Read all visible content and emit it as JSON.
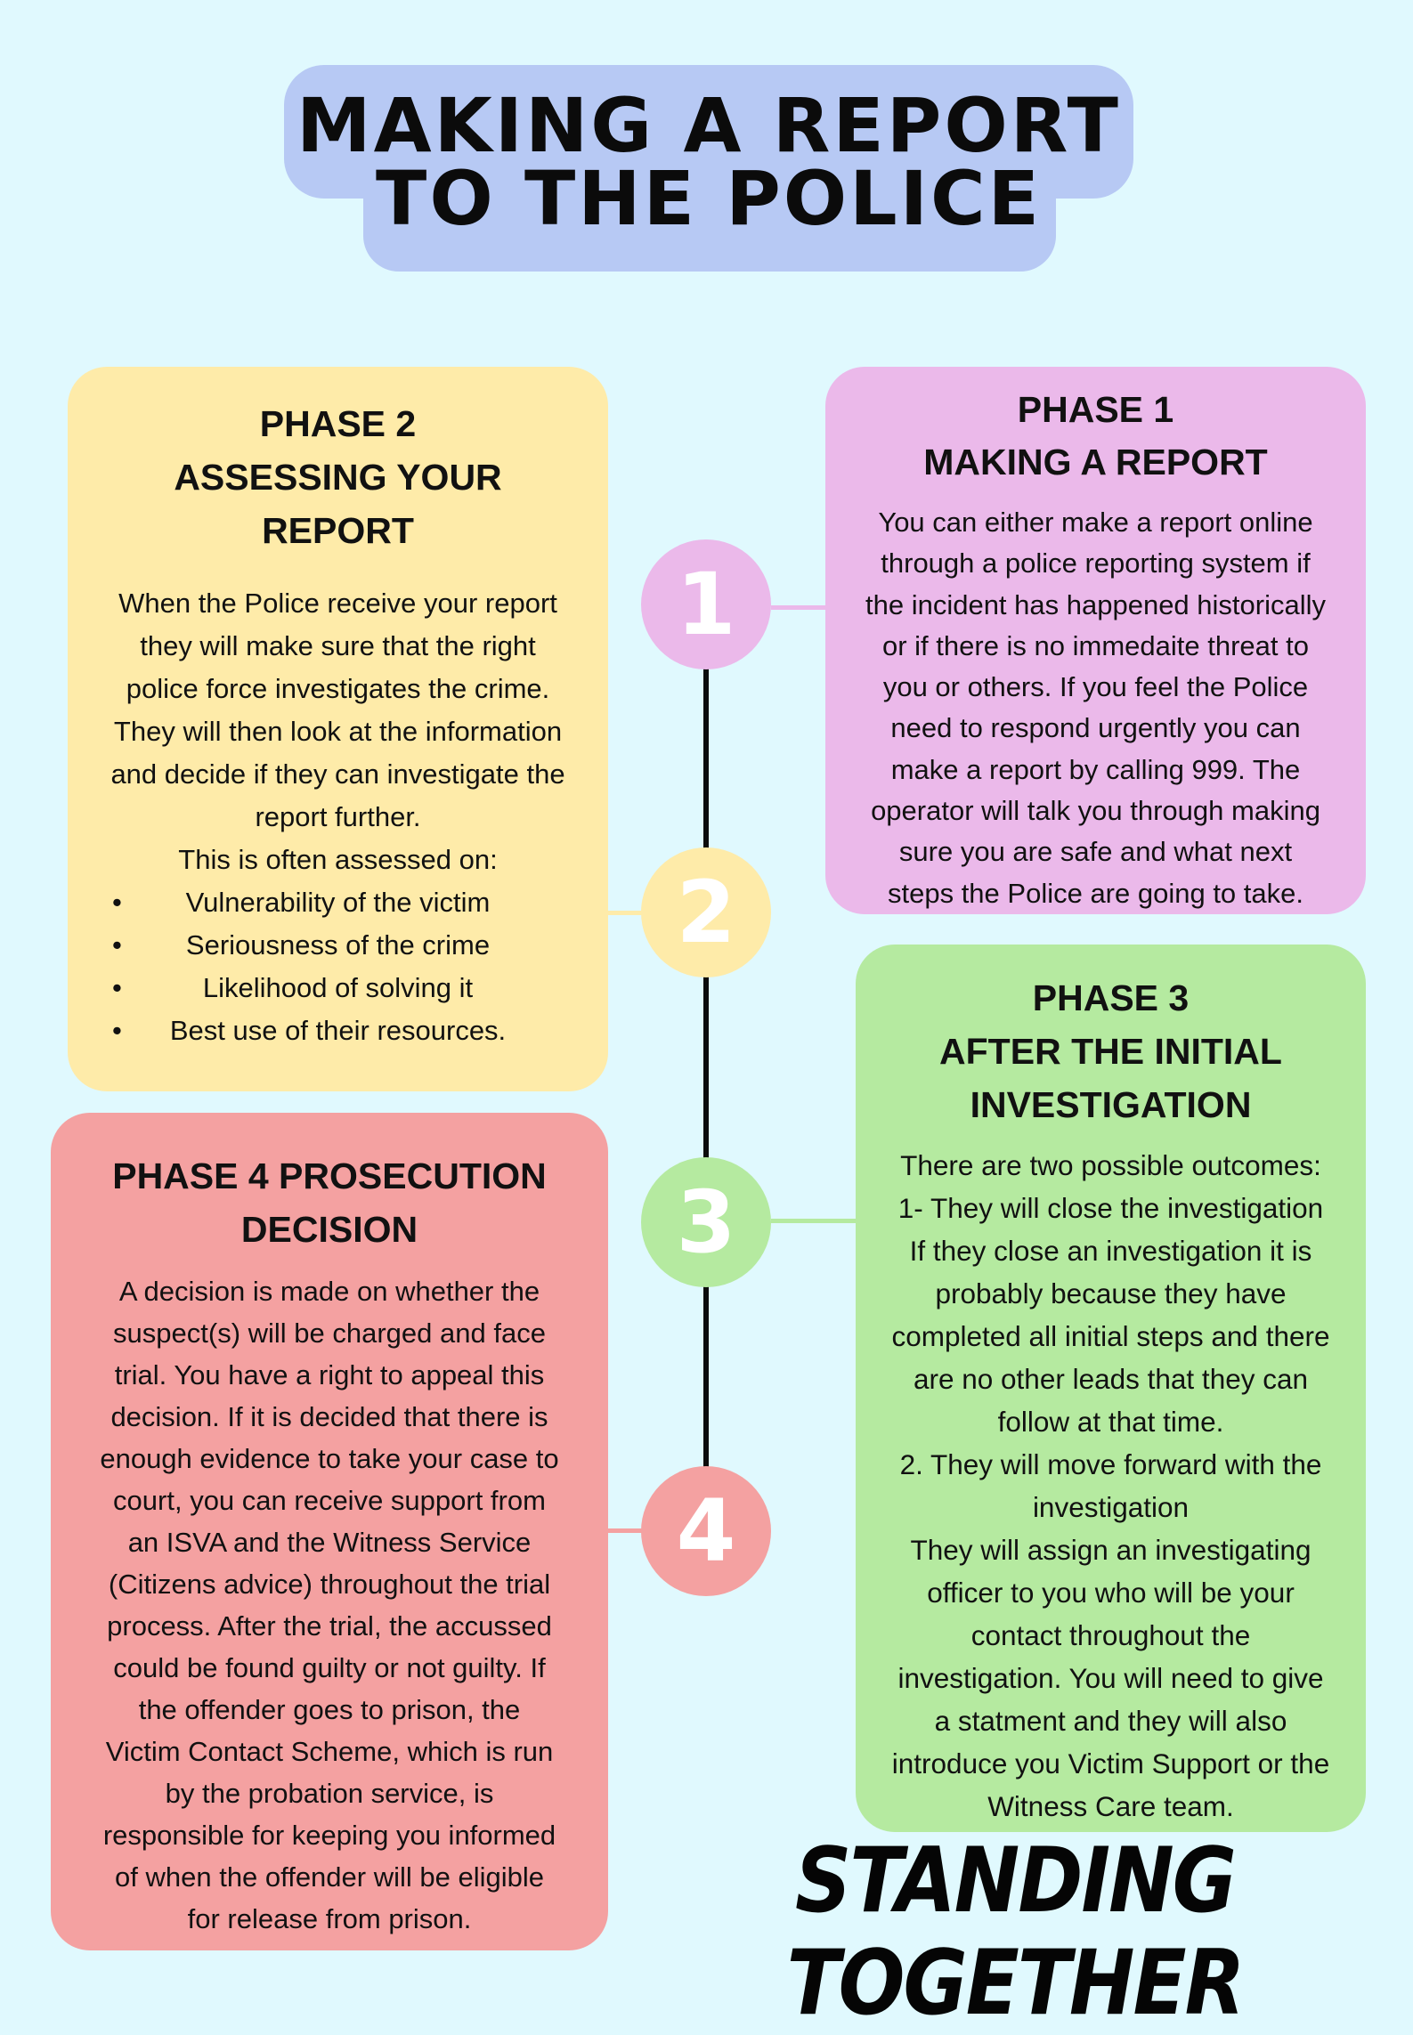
{
  "title": {
    "line1": "MAKING A REPORT",
    "line2": "TO THE POLICE"
  },
  "colors": {
    "background": "#e0f9fe",
    "title": "#b7c9f4",
    "phase1": "#ebb9ea",
    "phase2": "#feeba9",
    "phase3": "#b5eaa0",
    "phase4": "#f4a1a1",
    "timeline": "#0c0c0c"
  },
  "phases": {
    "phase1": {
      "number": "1",
      "heading": [
        "PHASE 1",
        "MAKING A REPORT"
      ],
      "body": [
        "You can either make a report online",
        "through a police reporting system if",
        "the incident has happened historically",
        "or if there is no immedaite threat to",
        "you or others. If you feel the Police",
        "need to respond urgently you can",
        "make a report by calling 999. The",
        "operator will talk you through making",
        "sure you are safe and what next",
        "steps the Police are going to take."
      ]
    },
    "phase2": {
      "number": "2",
      "heading": [
        "PHASE 2",
        "ASSESSING YOUR",
        "REPORT"
      ],
      "body": [
        "When the Police receive your report",
        "they will make sure that the right",
        "police force investigates the crime.",
        "They will then look at the information",
        "and decide if they can investigate the",
        "report further.",
        "This is often assessed on:"
      ],
      "bullets": [
        "Vulnerability of the victim",
        "Seriousness of the crime",
        "Likelihood of solving it",
        "Best use of their resources."
      ]
    },
    "phase3": {
      "number": "3",
      "heading": [
        "PHASE 3",
        "AFTER THE INITIAL",
        "INVESTIGATION"
      ],
      "body": [
        "There are two possible outcomes:",
        "1- They will close the investigation",
        "If they close an investigation it is",
        "probably because they have",
        "completed all initial steps and there",
        "are no other leads that they can",
        "follow at that time.",
        "2. They will move forward with the",
        "investigation",
        "They will assign an investigating",
        "officer to you who will be your",
        "contact throughout the",
        "investigation. You will need to give",
        "a statment and they will also",
        "introduce you Victim Support or the",
        "Witness Care team."
      ]
    },
    "phase4": {
      "number": "4",
      "heading": [
        "PHASE 4 PROSECUTION",
        "DECISION"
      ],
      "body": [
        "A decision is made on whether the",
        "suspect(s) will be charged and face",
        "trial. You have a right to appeal this",
        "decision. If it is decided that there is",
        "enough evidence to take your case to",
        "court, you can receive support from",
        "an ISVA and the Witness Service",
        "(Citizens advice) throughout the trial",
        "process. After the trial, the accussed",
        "could be found guilty or not guilty. If",
        "the offender goes to prison, the",
        "Victim Contact Scheme, which is run",
        "by the probation service, is",
        "responsible for keeping you informed",
        "of when the offender will be eligible",
        "for release from prison."
      ]
    }
  },
  "bullet_glyph": "•",
  "footer": {
    "brand": "STANDING TOGETHER"
  }
}
